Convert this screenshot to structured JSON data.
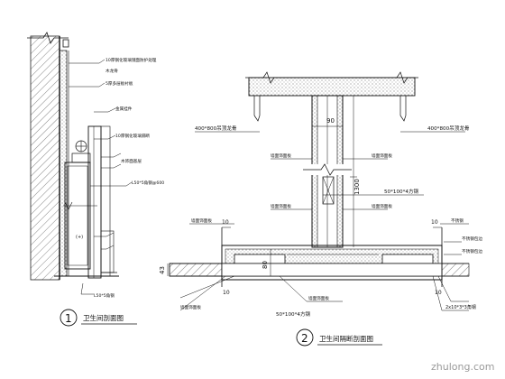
{
  "watermark": "zhulong.com",
  "drawing1": {
    "number": "1",
    "title": "卫生间剖面图",
    "annotations": [
      "10厚钢化玻璃镜面防护处理",
      "木龙骨",
      "5厚多层板衬板",
      "金属挂件",
      "10厚钢化玻璃隔断",
      "木饰面基层",
      "L50*5角钢@600",
      "L50*5角钢"
    ]
  },
  "drawing2": {
    "number": "2",
    "title": "卫生间隔断剖面图",
    "left_ceiling_note": "400*800吊顶龙骨",
    "right_ceiling_note": "400*800吊顶龙骨",
    "note_top_inner": "墙面饰面板",
    "note_top_right": "墙面饰面板",
    "note_steel_tube": "50*100*4方钢",
    "note_left_finish": "墙面饰面板",
    "note_left_low": "墙面饰面板",
    "note_bottom_finish": "墙面饰面板",
    "note_right_finish": "墙面饰面板",
    "note_sst1": "不锈钢",
    "note_sst2": "不锈钢包边",
    "note_sst3": "不锈钢包边",
    "note_bottom_steel": "50*100*4方钢",
    "note_angle": "2x10*3*3角钢",
    "note_bottom_left": "墙面饰面板",
    "dim_90": "90",
    "dim_1300": "1300",
    "dim_10_left": "10",
    "dim_10_right": "10",
    "dim_80": "80",
    "dim_43": "43",
    "dim_10_bottom": "10",
    "dim_10_br": "10"
  }
}
